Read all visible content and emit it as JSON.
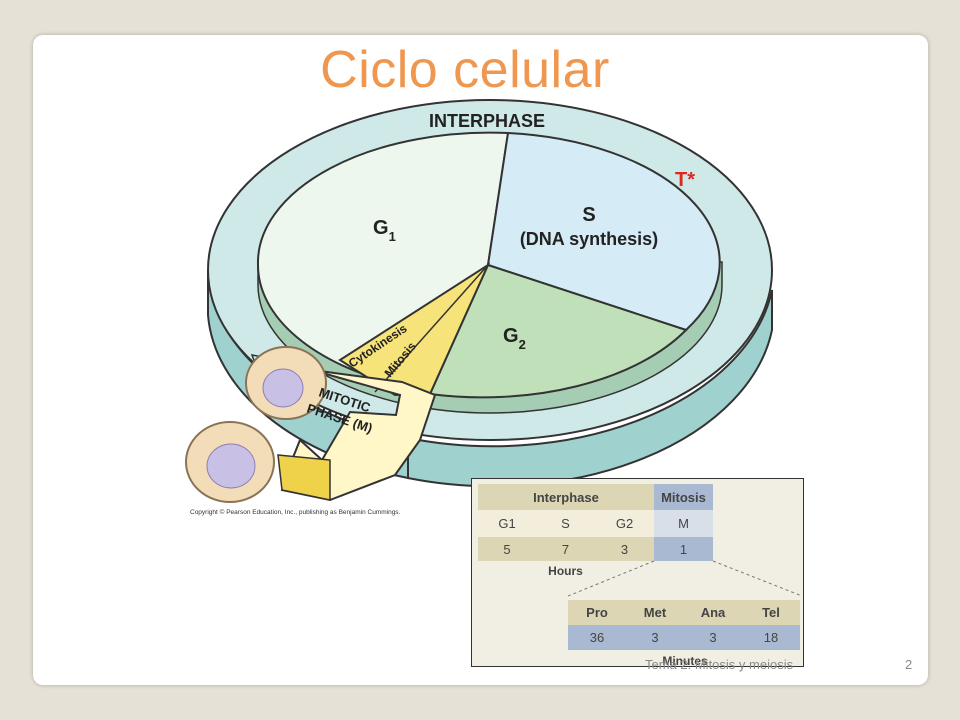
{
  "slide": {
    "title": "Ciclo celular",
    "footer": "Tema 2: Mitosis y meiosis",
    "page_number": "2"
  },
  "diagram": {
    "ring_label": "INTERPHASE",
    "g1_letter": "G",
    "g1_sub": "1",
    "s_label": "S",
    "s_sub": "(DNA synthesis)",
    "g2_letter": "G",
    "g2_sub": "2",
    "marker": "T*",
    "cytokinesis": "Cytokinesis",
    "mitosis": "Mitosis",
    "mitotic_line1": "MITOTIC",
    "mitotic_line2": "PHASE (M)",
    "copyright": "Copyright © Pearson Education, Inc., publishing as Benjamin Cummings."
  },
  "table": {
    "interphase_header": "Interphase",
    "mitosis_header": "Mitosis",
    "phases": [
      "G1",
      "S",
      "G2",
      "M"
    ],
    "hours": [
      "5",
      "7",
      "3",
      "1"
    ],
    "hours_label": "Hours",
    "subphases": [
      "Pro",
      "Met",
      "Ana",
      "Tel"
    ],
    "minutes": [
      "36",
      "3",
      "3",
      "18"
    ],
    "minutes_label": "Minutes"
  },
  "colors": {
    "title": "#f0974f",
    "ring": "#cfe9e8",
    "g1": "#eef7ee",
    "s": "#d5ebf6",
    "g2": "#bfe0b9",
    "mitotic": "#f6e37a",
    "marker": "#e0261c"
  }
}
